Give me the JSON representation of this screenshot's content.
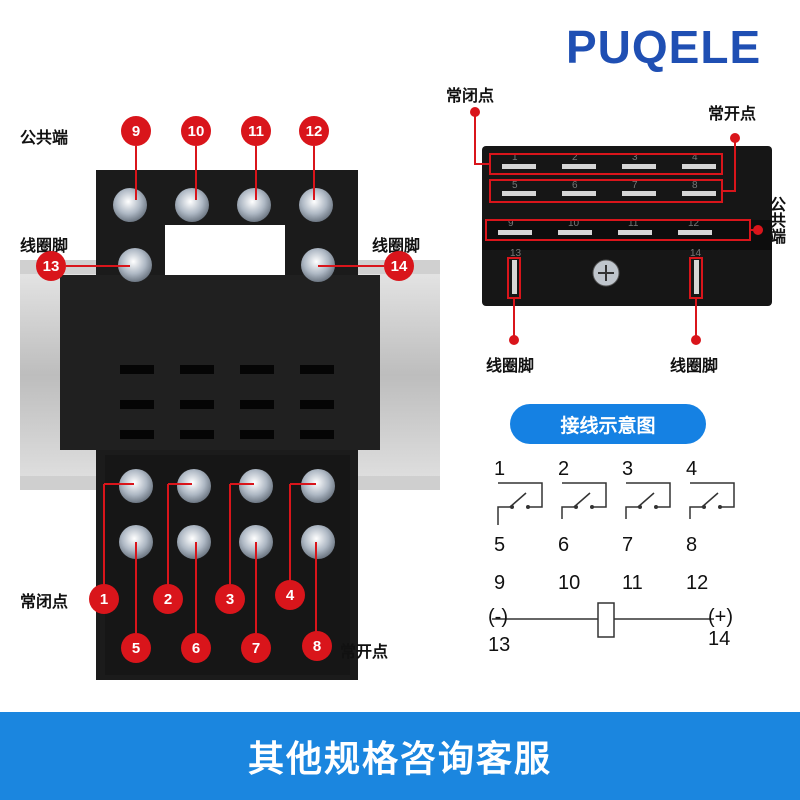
{
  "brand": "PUQELE",
  "photo_left": {
    "labels": {
      "common": "公共端",
      "coil_left": "线圈脚",
      "coil_right": "线圈脚",
      "nc": "常闭点",
      "no": "常开点"
    },
    "badges": [
      "9",
      "10",
      "11",
      "12",
      "13",
      "14",
      "1",
      "2",
      "3",
      "4",
      "5",
      "6",
      "7",
      "8"
    ]
  },
  "photo_right": {
    "labels": {
      "nc": "常闭点",
      "no": "常开点",
      "common": "公共端",
      "coil_left": "线圈脚",
      "coil_right": "线圈脚"
    },
    "pins_row1": [
      "1",
      "2",
      "3",
      "4"
    ],
    "pins_row2": [
      "5",
      "6",
      "7",
      "8"
    ],
    "pins_row3": [
      "9",
      "10",
      "11",
      "12"
    ],
    "coil_pins": [
      "13",
      "14"
    ]
  },
  "wiring": {
    "title": "接线示意图",
    "top_numbers": [
      "1",
      "2",
      "3",
      "4"
    ],
    "nc_numbers": [
      "5",
      "6",
      "7",
      "8"
    ],
    "common_numbers": [
      "9",
      "10",
      "11",
      "12"
    ],
    "coil_minus": "(-)",
    "coil_plus": "(+)",
    "coil_left_num": "13",
    "coil_right_num": "14"
  },
  "footer": "其他规格咨询客服",
  "colors": {
    "brand": "#1f4fb3",
    "badge": "#d9151b",
    "accent": "#1581e3"
  }
}
